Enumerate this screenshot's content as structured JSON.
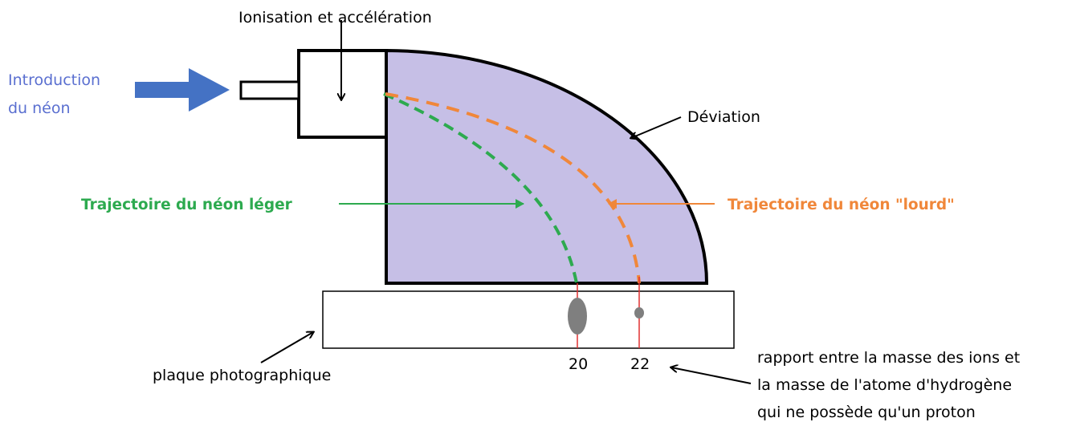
{
  "labels": {
    "ionisation": "Ionisation et accélération",
    "intro_line1": "Introduction",
    "intro_line2": "du néon",
    "deviation": "Déviation",
    "light_trajectory": "Trajectoire du néon léger",
    "heavy_trajectory": "Trajectoire du néon \"lourd\"",
    "plate": "plaque photographique",
    "ratio_line1": "rapport entre la masse des ions et",
    "ratio_line2": "la masse de l'atome d'hydrogène",
    "ratio_line3": "qui ne possède qu'un proton"
  },
  "markers": {
    "light": "20",
    "heavy": "22"
  },
  "colors": {
    "intro_text": "#5a6fd0",
    "intro_arrow": "#4472c4",
    "chamber_fill": "#c6bfe6",
    "light_trajectory": "#2daa4f",
    "heavy_trajectory": "#f0873a",
    "impact_spot": "#7f7f7f",
    "impact_line": "#e03030",
    "outline": "#000000"
  }
}
